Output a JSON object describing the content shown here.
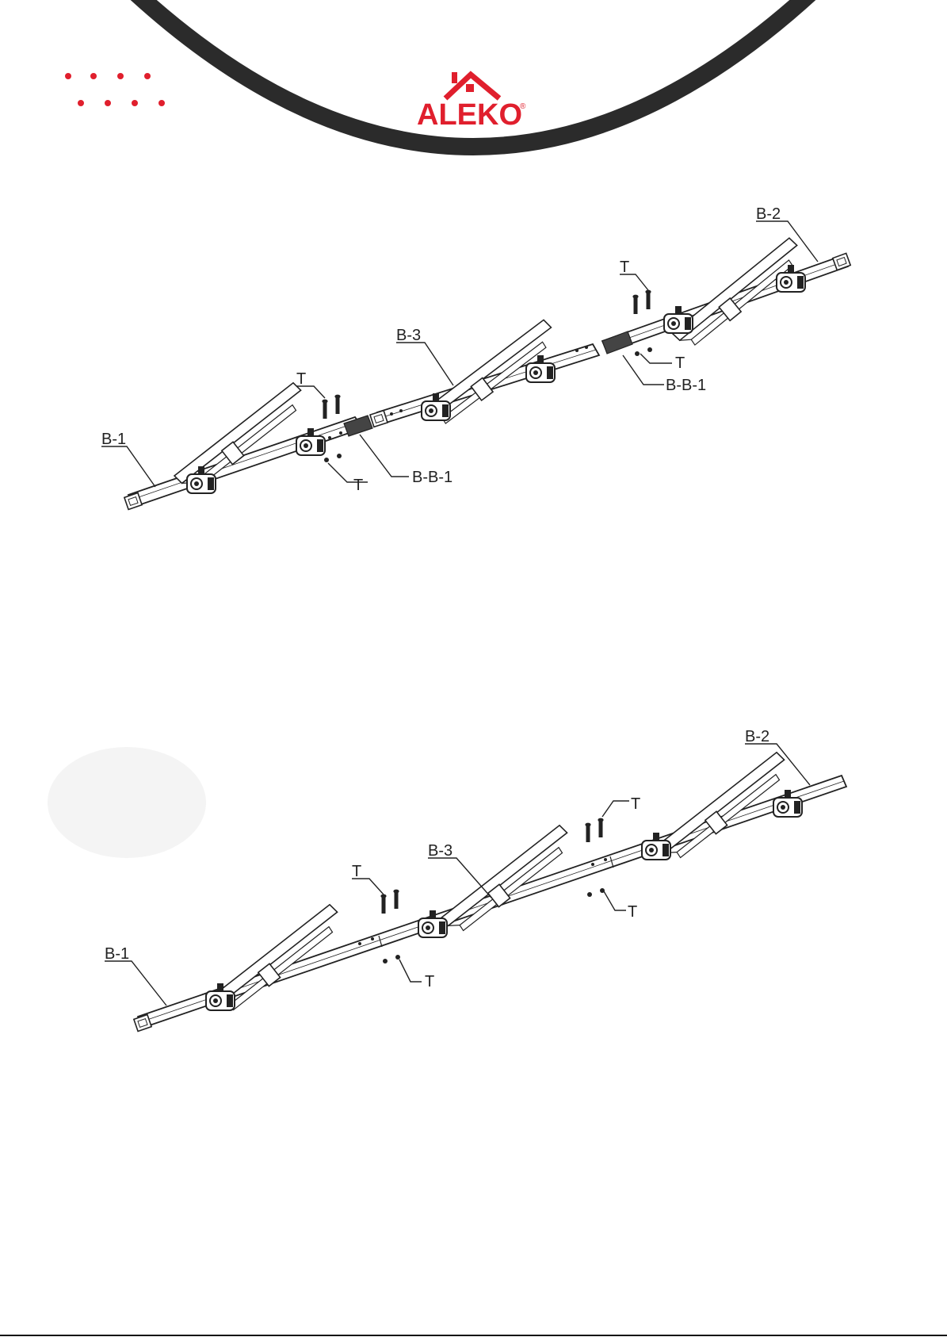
{
  "brand": {
    "name": "ALEKO",
    "registered": "®",
    "color": "#e01f2d",
    "arc_color": "#2b2b2b"
  },
  "figures": [
    {
      "id": "step-exploded",
      "labels": {
        "b1": "B-1",
        "b2": "B-2",
        "b3": "B-3",
        "bb1_left": "B-B-1",
        "bb1_right": "B-B-1",
        "t_left_top": "T",
        "t_left_bottom": "T",
        "t_right_top": "T",
        "t_right_bottom": "T"
      }
    },
    {
      "id": "step-assembled",
      "labels": {
        "b1": "B-1",
        "b2": "B-2",
        "b3": "B-3",
        "t_left_top": "T",
        "t_left_bottom": "T",
        "t_right_top": "T",
        "t_right_bottom": "T"
      }
    }
  ]
}
